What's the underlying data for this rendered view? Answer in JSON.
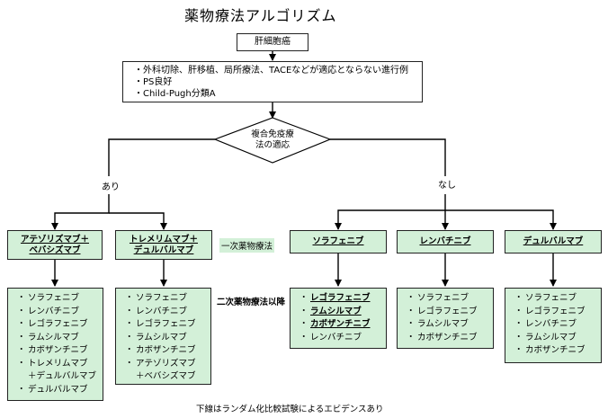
{
  "title": "薬物療法アルゴリズム",
  "start": "肝細胞癌",
  "conditions": [
    "外科切除、肝移植、局所療法、TACEなどが適応とならない進行例",
    "PS良好",
    "Child-Pugh分類A"
  ],
  "decision": {
    "line1": "複合免疫療",
    "line2": "法の適応"
  },
  "branch_yes": "あり",
  "branch_no": "なし",
  "first_line_label": "一次薬物療法",
  "second_line_label": "二次薬物療法以降",
  "footnote": "下線はランダム化比較試験によるエビデンスあり",
  "first_line": [
    {
      "line1": "アテゾリズマブ＋",
      "line2": "ベバシズマブ"
    },
    {
      "line1": "トレメリムマブ＋",
      "line2": "デュルバルマブ"
    },
    {
      "line1": "ソラフェニブ",
      "line2": ""
    },
    {
      "line1": "レンバチニブ",
      "line2": ""
    },
    {
      "line1": "デュルバルマブ",
      "line2": ""
    }
  ],
  "second_line": [
    [
      {
        "text": "ソラフェニブ",
        "u": false
      },
      {
        "text": "レンバチニブ",
        "u": false
      },
      {
        "text": "レゴラフェニブ",
        "u": false
      },
      {
        "text": "ラムシルマブ",
        "u": false
      },
      {
        "text": "カボザンチニブ",
        "u": false
      },
      {
        "text": "トレメリムマブ",
        "u": false
      },
      {
        "text": "＋デュルバルマブ",
        "u": false,
        "cont": true
      },
      {
        "text": "デュルバルマブ",
        "u": false
      }
    ],
    [
      {
        "text": "ソラフェニブ",
        "u": false
      },
      {
        "text": "レンバチニブ",
        "u": false
      },
      {
        "text": "レゴラフェニブ",
        "u": false
      },
      {
        "text": "ラムシルマブ",
        "u": false
      },
      {
        "text": "カボザンチニブ",
        "u": false
      },
      {
        "text": "アテゾリズマブ",
        "u": false
      },
      {
        "text": "＋ベバシズマブ",
        "u": false,
        "cont": true
      }
    ],
    [
      {
        "text": "レゴラフェニブ",
        "u": true
      },
      {
        "text": "ラムシルマブ",
        "u": true
      },
      {
        "text": "カボザンチニブ",
        "u": true
      },
      {
        "text": "レンバチニブ",
        "u": false
      }
    ],
    [
      {
        "text": "ソラフェニブ",
        "u": false
      },
      {
        "text": "レゴラフェニブ",
        "u": false
      },
      {
        "text": "ラムシルマブ",
        "u": false
      },
      {
        "text": "カボザンチニブ",
        "u": false
      }
    ],
    [
      {
        "text": "ソラフェニブ",
        "u": false
      },
      {
        "text": "レゴラフェニブ",
        "u": false
      },
      {
        "text": "レンバチニブ",
        "u": false
      },
      {
        "text": "ラムシルマブ",
        "u": false
      },
      {
        "text": "カボザンチニブ",
        "u": false
      }
    ]
  ],
  "colors": {
    "box_fill": "#d3f0d8",
    "line": "#000000"
  }
}
